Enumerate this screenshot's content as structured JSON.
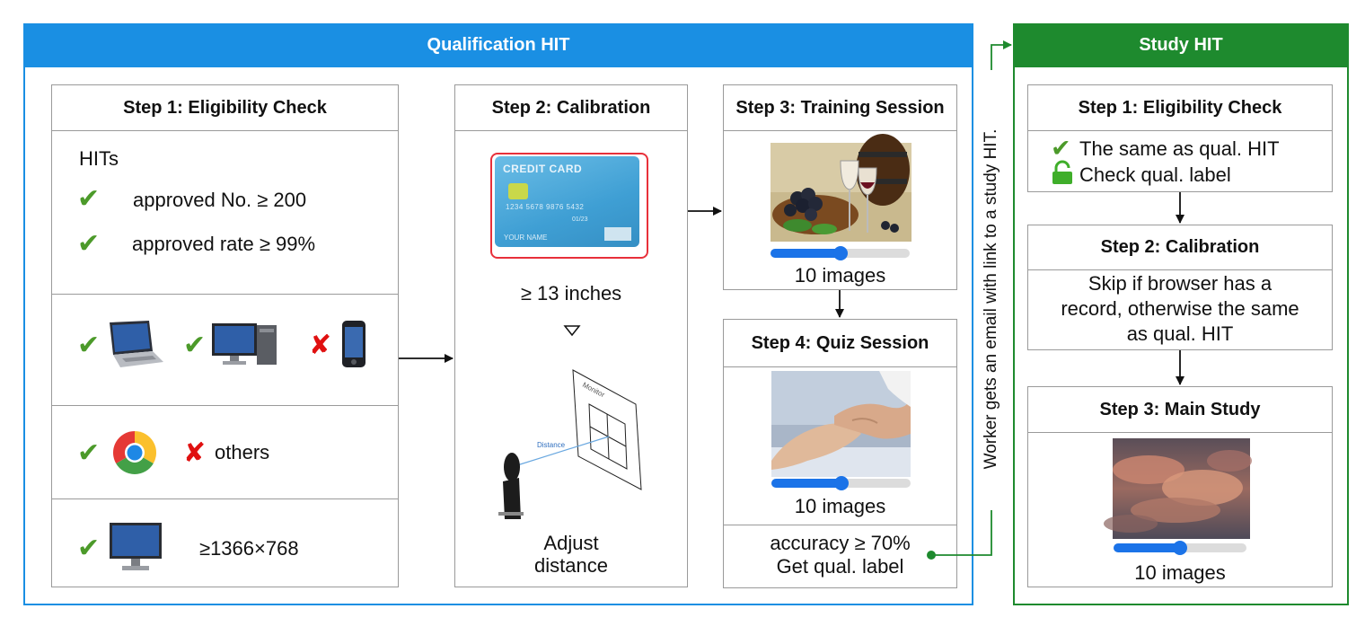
{
  "qual": {
    "title": "Qualification HIT",
    "step1": {
      "title": "Step 1: Eligibility Check",
      "hits_label": "HITs",
      "req1": "approved No.  ≥ 200",
      "req2": "approved rate  ≥ 99%",
      "browser_other": "others",
      "resolution": "≥1366×768"
    },
    "step2": {
      "title": "Step 2: Calibration",
      "card_title": "CREDIT CARD",
      "card_number": "1234 5678 9876 5432",
      "card_date": "01/23",
      "card_name": "YOUR NAME",
      "screen_size": "≥ 13 inches",
      "monitor_label": "Monitor",
      "distance_label": "Distance",
      "adjust_line1": "Adjust",
      "adjust_line2": "distance"
    },
    "step3": {
      "title": "Step 3: Training Session",
      "count": "10 images",
      "slider_value": 0.5
    },
    "step4": {
      "title": "Step 4: Quiz Session",
      "count": "10 images",
      "slider_value": 0.5,
      "acc_line1": "accuracy ≥ 70%",
      "acc_line2": "Get qual. label"
    }
  },
  "email_note": "Worker gets an email with link to a study HIT.",
  "study": {
    "title": "Study HIT",
    "step1": {
      "title": "Step 1: Eligibility Check",
      "line1": "The same as qual. HIT",
      "line2": "Check qual. label"
    },
    "step2": {
      "title": "Step 2: Calibration",
      "line1": "Skip if browser has a",
      "line2": "record, otherwise the same",
      "line3": "as qual. HIT"
    },
    "step3": {
      "title": "Step 3: Main Study",
      "count": "10 images",
      "slider_value": 0.5
    }
  },
  "colors": {
    "qual": "#1a8fe3",
    "study": "#1e8a2e",
    "check": "#4c9a2a",
    "cross": "#e01010",
    "slider": "#1b73e8",
    "card_border": "#e8303a"
  }
}
